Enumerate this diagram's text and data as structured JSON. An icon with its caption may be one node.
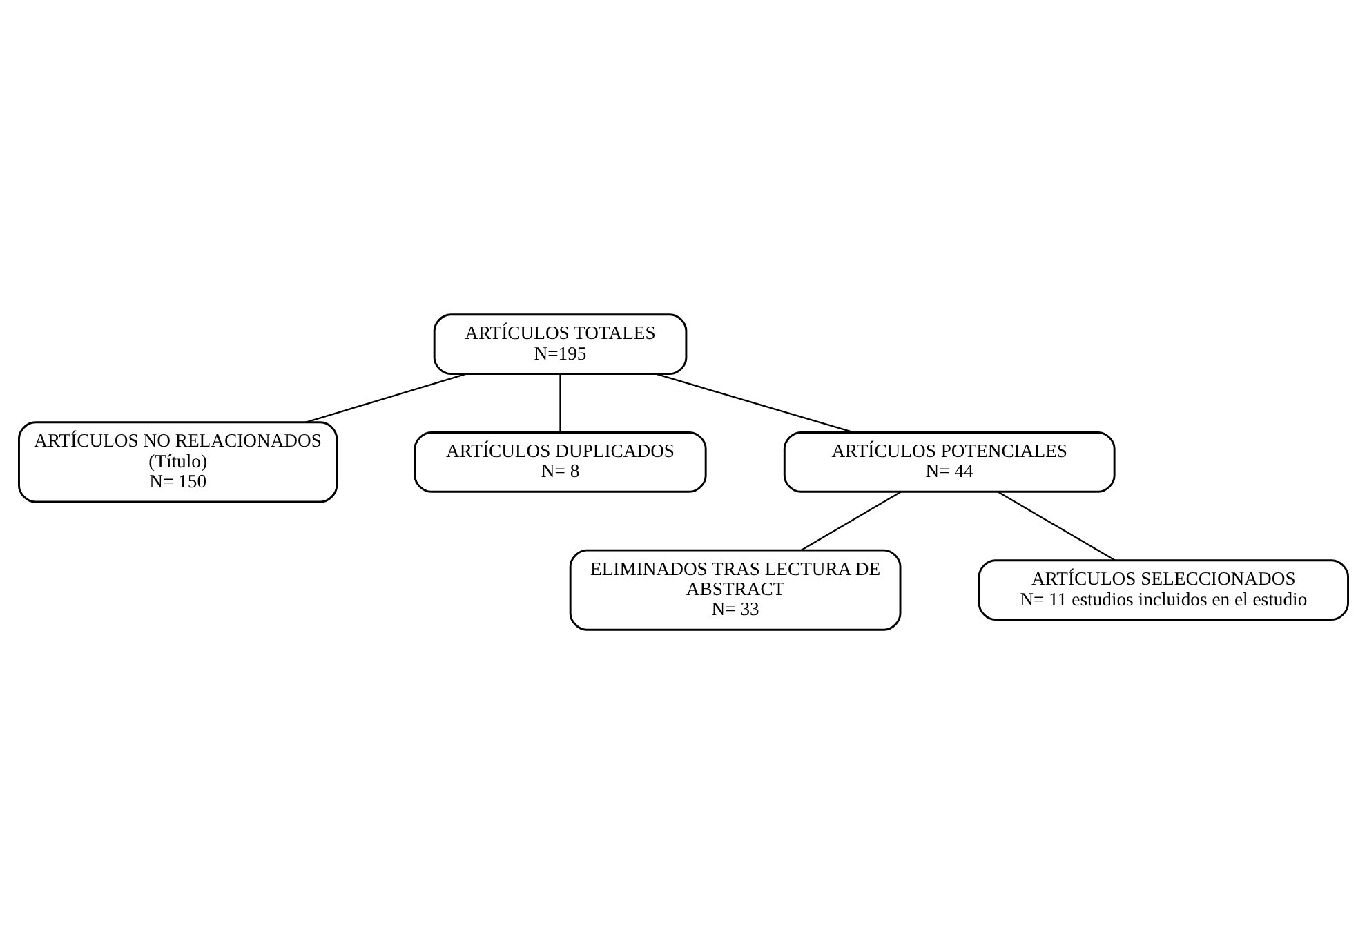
{
  "diagram": {
    "nodes": [
      {
        "text": [
          "ARTÍCULOS TOTALES",
          "N=195"
        ]
      },
      {
        "text": [
          "ARTÍCULOS NO RELACIONADOS (Título)",
          "N= 150"
        ]
      },
      {
        "text": [
          "ARTÍCULOS DUPLICADOS",
          "N= 8"
        ]
      },
      {
        "text": [
          "ARTÍCULOS POTENCIALES",
          "N= 44"
        ]
      },
      {
        "text": [
          "ELIMINADOS TRAS LECTURA DE ABSTRACT",
          "N= 33"
        ]
      },
      {
        "text": [
          "ARTÍCULOS SELECCIONADOS",
          "N= 11 estudios incluidos en el estudio"
        ]
      }
    ],
    "edges": [
      {
        "from": 0,
        "to": 1,
        "arrow": "none"
      },
      {
        "from": 0,
        "to": 2,
        "arrow": "none"
      },
      {
        "from": 0,
        "to": 3,
        "arrow": "none"
      },
      {
        "from": 3,
        "to": 4,
        "arrow": "none"
      },
      {
        "from": 3,
        "to": 5,
        "arrow": "none"
      }
    ]
  }
}
